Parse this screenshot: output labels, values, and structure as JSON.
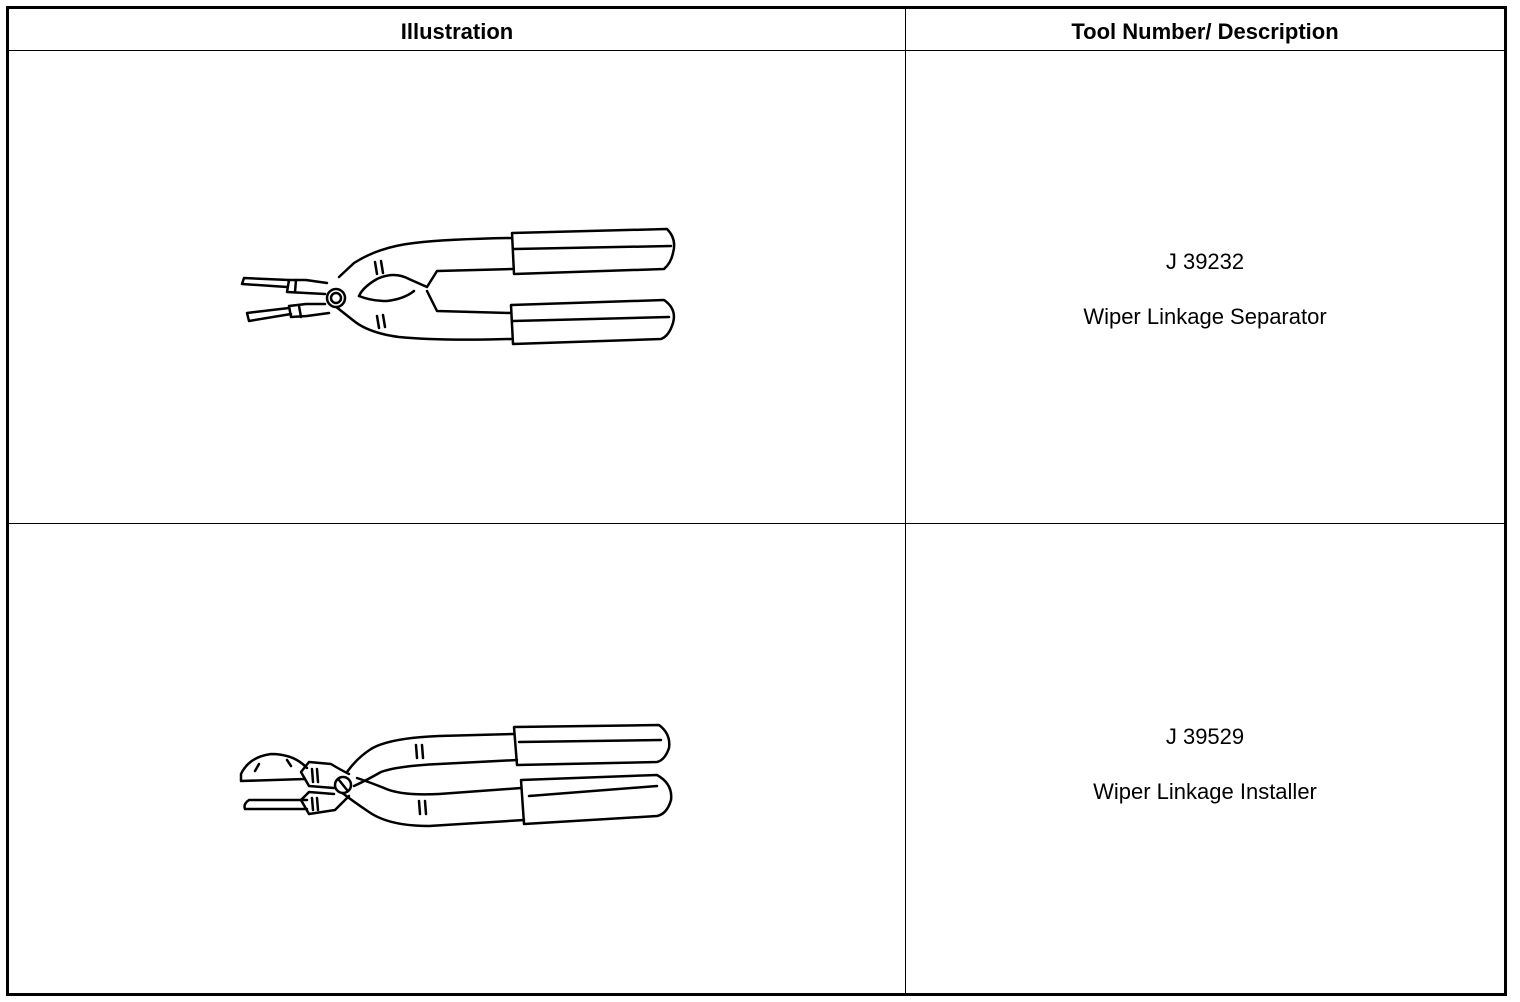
{
  "header": {
    "illustration": "Illustration",
    "tool_number_description": "Tool Number/ Description"
  },
  "tools": [
    {
      "number": "J 39232",
      "description": "Wiper Linkage Separator",
      "icon": "wiper-linkage-separator-pliers-icon"
    },
    {
      "number": "J 39529",
      "description": "Wiper Linkage Installer",
      "icon": "wiper-linkage-installer-pliers-icon"
    }
  ]
}
